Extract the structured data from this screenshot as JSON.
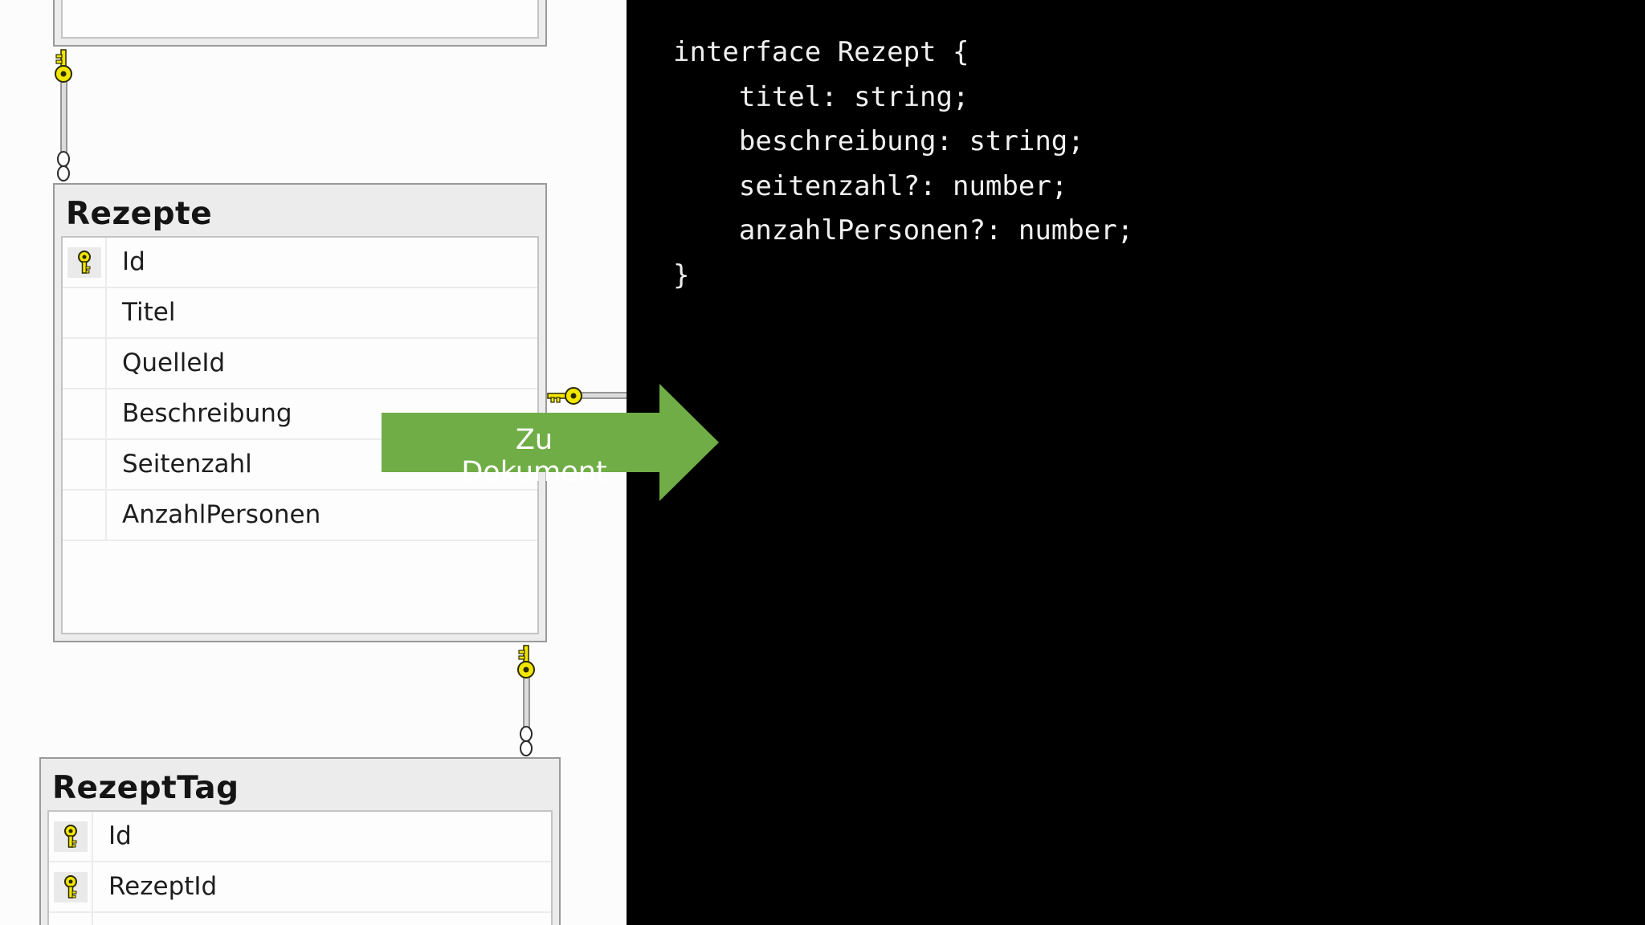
{
  "diagram": {
    "tables": {
      "rezepte": {
        "title": "Rezepte",
        "columns": [
          {
            "name": "Id",
            "primary_key": true
          },
          {
            "name": "Titel",
            "primary_key": false
          },
          {
            "name": "QuelleId",
            "primary_key": false
          },
          {
            "name": "Beschreibung",
            "primary_key": false
          },
          {
            "name": "Seitenzahl",
            "primary_key": false
          },
          {
            "name": "AnzahlPersonen",
            "primary_key": false
          }
        ]
      },
      "rezepttag": {
        "title": "RezeptTag",
        "columns": [
          {
            "name": "Id",
            "primary_key": true
          },
          {
            "name": "RezeptId",
            "primary_key": true
          }
        ]
      }
    },
    "icons": [
      "key-icon",
      "relationship-key-icon",
      "relationship-infinity-icon"
    ],
    "colors": {
      "key": "#f2e600",
      "key_outline": "#2a2a00",
      "border": "#9a9a9a"
    }
  },
  "arrow": {
    "label": "Zu Dokument",
    "color": "#70ad47"
  },
  "code": {
    "lines": [
      "interface Rezept {",
      "    titel: string;",
      "    beschreibung: string;",
      "    seitenzahl?: number;",
      "    anzahlPersonen?: number;",
      "}"
    ],
    "background": "#000000",
    "foreground": "#f0f0f0"
  }
}
